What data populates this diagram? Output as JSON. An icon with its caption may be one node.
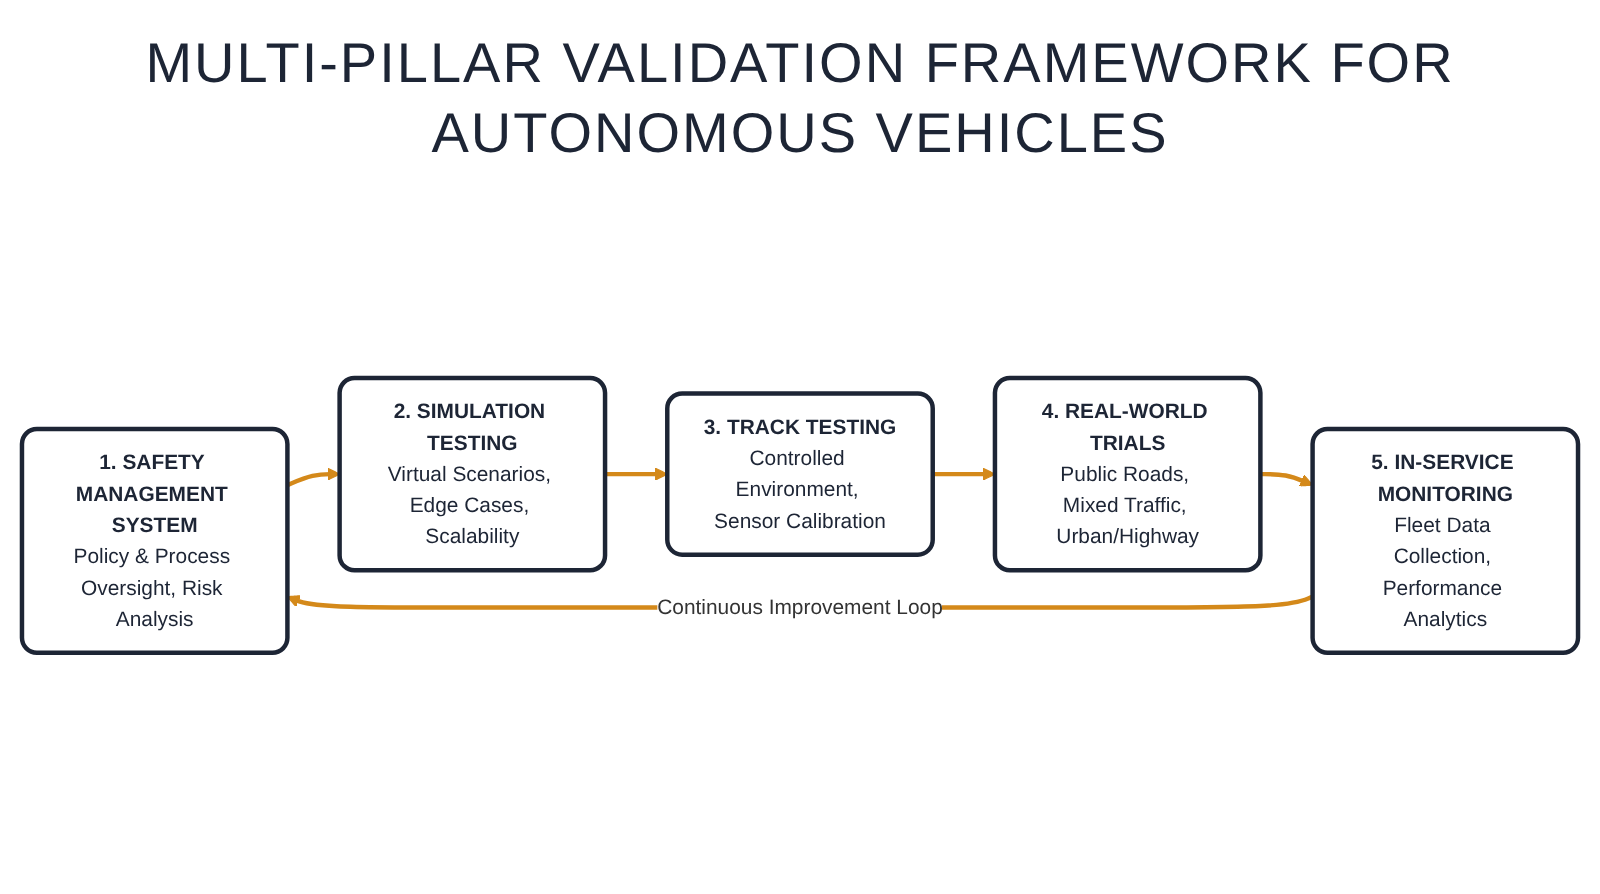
{
  "diagram": {
    "title": "MULTI-PILLAR VALIDATION FRAMEWORK FOR AUTONOMOUS VEHICLES",
    "nodes": [
      {
        "text": [
          "1. SAFETY MANAGEMENT SYSTEM",
          "Policy & Process Oversight, Risk Analysis"
        ]
      },
      {
        "text": [
          "2. SIMULATION TESTING",
          "Virtual Scenarios, Edge Cases, Scalability"
        ]
      },
      {
        "text": [
          "3. TRACK TESTING",
          "Controlled Environment, Sensor Calibration"
        ]
      },
      {
        "text": [
          "4. REAL-WORLD TRIALS",
          "Public Roads, Mixed Traffic, Urban/Highway"
        ]
      },
      {
        "text": [
          "5. IN-SERVICE MONITORING",
          "Fleet Data Collection, Performance Analytics"
        ]
      }
    ],
    "edges": [
      {
        "from": 0,
        "to": 1,
        "arrow": "to"
      },
      {
        "from": 1,
        "to": 2,
        "arrow": "to"
      },
      {
        "from": 2,
        "to": 3,
        "arrow": "to"
      },
      {
        "from": 3,
        "to": 4,
        "arrow": "to"
      },
      {
        "from": 4,
        "to": 0,
        "arrow": "to",
        "label": "Continuous Improvement Loop"
      }
    ]
  }
}
